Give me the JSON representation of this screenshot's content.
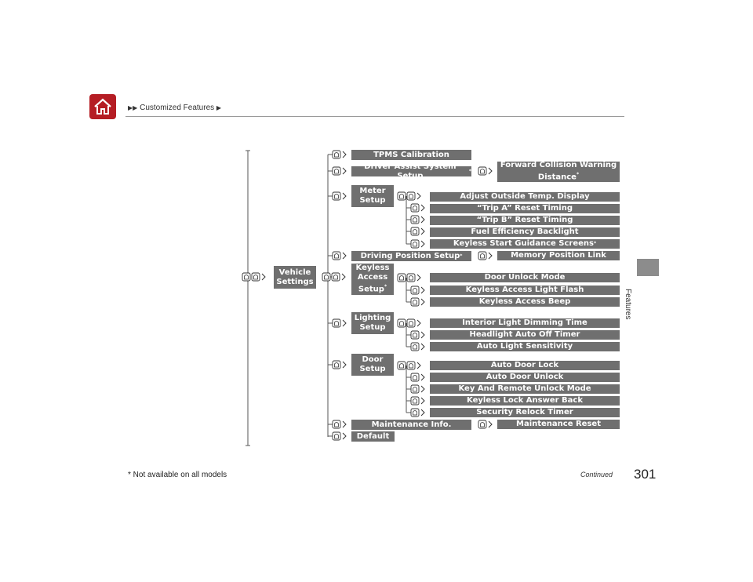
{
  "header": {
    "breadcrumb": "Customized Features",
    "home_icon": "home-icon"
  },
  "side_tab": "Features",
  "page_number": "301",
  "continued": "Continued",
  "footnote": "* Not available on all models",
  "tree": {
    "root": {
      "label_line1": "Vehicle",
      "label_line2": "Settings"
    },
    "tpms": "TPMS Calibration",
    "driver_assist": "Driver Assist System Setup",
    "fcw_line1": "Forward Collision Warning",
    "fcw_line2": "Distance",
    "meter_line1": "Meter",
    "meter_line2": "Setup",
    "meter_items": [
      "Adjust Outside Temp. Display",
      "“Trip A” Reset Timing",
      "“Trip B” Reset Timing",
      "Fuel Efficiency Backlight",
      "Keyless Start Guidance Screens"
    ],
    "driving_position": "Driving Position Setup",
    "memory_position": "Memory Position Link",
    "keyless_line1": "Keyless",
    "keyless_line2": "Access",
    "keyless_line3": "Setup",
    "keyless_items": [
      "Door Unlock Mode",
      "Keyless Access Light Flash",
      "Keyless Access Beep"
    ],
    "lighting_line1": "Lighting",
    "lighting_line2": "Setup",
    "lighting_items": [
      "Interior Light Dimming Time",
      "Headlight Auto Off Timer",
      "Auto Light Sensitivity"
    ],
    "door_line1": "Door",
    "door_line2": "Setup",
    "door_items": [
      "Auto Door Lock",
      "Auto Door Unlock",
      "Key And Remote Unlock Mode",
      "Keyless Lock Answer Back",
      "Security Relock Timer"
    ],
    "maintenance": "Maintenance Info.",
    "maintenance_reset": "Maintenance Reset",
    "default": "Default",
    "asterisk": "*"
  }
}
